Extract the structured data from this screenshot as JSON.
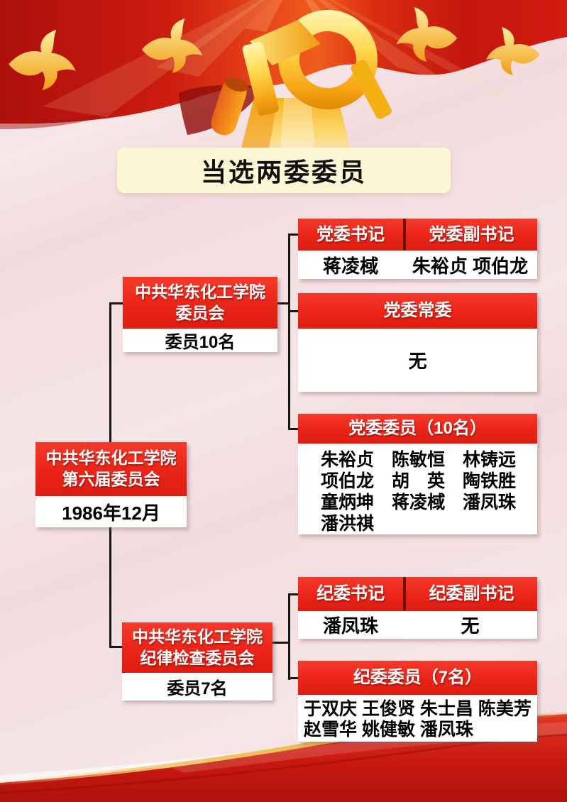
{
  "poster": {
    "title": "当选两委委员"
  },
  "colors": {
    "box_red": "#ea2418",
    "background_pink": "#f2dbde",
    "title_cream": "#fcf8d5",
    "gold_accent": "#f5b91e",
    "connector_black": "#161616"
  },
  "icons": {
    "banner": "red-flag-banner",
    "doves": "golden-dove-icon",
    "emblem": "party-emblem-monument-icon",
    "wave": "red-gold-wave"
  },
  "org": {
    "root": {
      "name_line1": "中共华东化工学院",
      "name_line2": "第六届委员会",
      "date": "1986年12月"
    },
    "party": {
      "name_line1": "中共华东化工学院",
      "name_line2": "委员会",
      "member_count": "委员10名",
      "secretary_label": "党委书记",
      "secretary_value": "蒋凌棫",
      "deputy_label": "党委副书记",
      "deputy_value": "朱裕贞 项伯龙",
      "standing_label": "党委常委",
      "standing_value": "无",
      "members_label": "党委委员（10名）",
      "members_line1": "朱裕贞　陈敏恒　林铸远",
      "members_line2": "项伯龙　胡　英　陶铁胜",
      "members_line3": "童炳坤　蒋凌棫　潘凤珠",
      "members_line4": "潘洪祺"
    },
    "discipline": {
      "name_line1": "中共华东化工学院",
      "name_line2": "纪律检查委员会",
      "member_count": "委员7名",
      "secretary_label": "纪委书记",
      "secretary_value": "潘凤珠",
      "deputy_label": "纪委副书记",
      "deputy_value": "无",
      "members_label": "纪委委员（7名）",
      "members_line1": "于双庆 王俊贤 朱士昌 陈美芳",
      "members_line2": "赵雪华 姚健敏 潘凤珠"
    }
  }
}
